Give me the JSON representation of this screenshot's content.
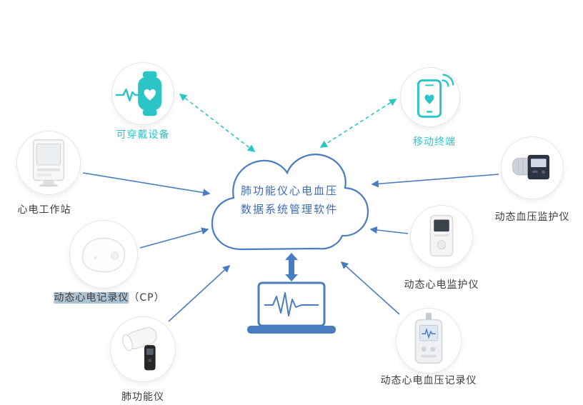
{
  "diagram": {
    "cloud": {
      "line1": "肺功能仪心电血压",
      "line2": "数据系统管理软件"
    },
    "nodes": {
      "wearable": {
        "label": "可穿戴设备"
      },
      "mobile": {
        "label": "移动终端"
      },
      "ecg_workstation": {
        "label": "心电工作站"
      },
      "holter_cp": {
        "label": "动态心电记录仪",
        "suffix": "（CP）"
      },
      "spirometer": {
        "label": "肺功能仪"
      },
      "abp_monitor": {
        "label": "动态血压监护仪"
      },
      "holter_monitor": {
        "label": "动态心电监护仪"
      },
      "ecg_bp_recorder": {
        "label": "动态心电血压记录仪"
      }
    },
    "colors": {
      "teal": "#2bc5c8",
      "blue": "#4a7dbf",
      "cloud_text": "#3a6cb4",
      "dark_text": "#3d3d3d",
      "selection_highlight": "#aec3d4"
    }
  }
}
